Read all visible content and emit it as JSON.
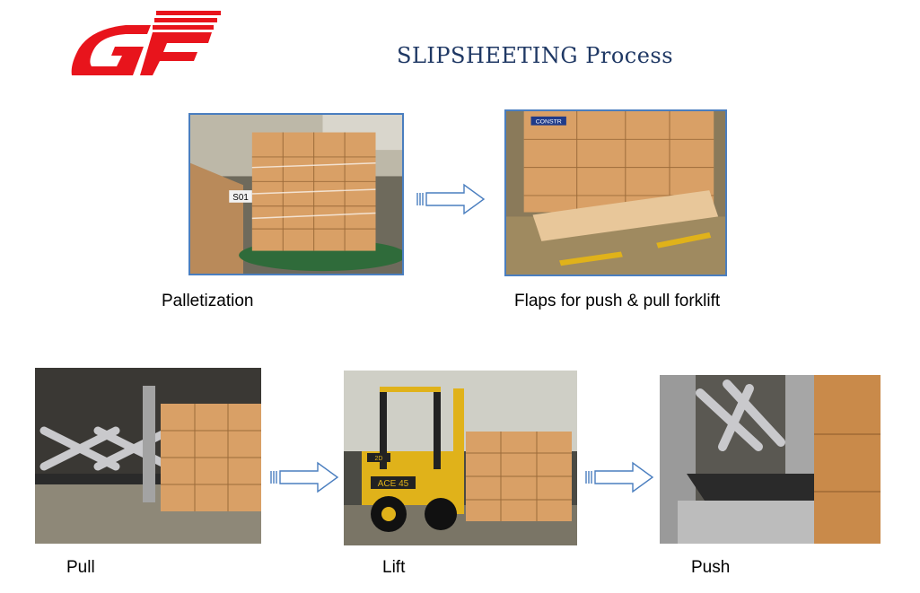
{
  "header": {
    "title": "SLIPSHEETING Process",
    "logo_text": "GF",
    "logo_color": "#e8141c"
  },
  "steps": [
    {
      "caption": "Palletization"
    },
    {
      "caption": "Flaps for push & pull forklift"
    },
    {
      "caption": "Pull"
    },
    {
      "caption": "Lift"
    },
    {
      "caption": "Push"
    }
  ],
  "photo_labels": {
    "s01_label": "S01",
    "carton_brand": "CONSTR",
    "forklift_label": "ACE 45",
    "forklift_model": "2D"
  },
  "colors": {
    "title": "#1f3864",
    "frame": "#4a7ebf",
    "arrow": "#4a7ebf",
    "carton": "#d9a066",
    "forklift": "#e0b21a"
  },
  "icons": [
    "gf-logo-icon",
    "right-arrow-icon"
  ]
}
